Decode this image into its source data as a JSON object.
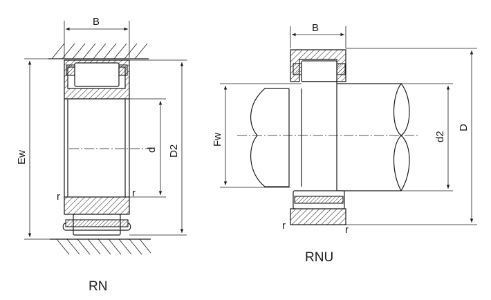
{
  "rn": {
    "caption": "RN",
    "labels": {
      "B": "B",
      "Ew": "Ew",
      "d": "d",
      "D2": "D2",
      "r_left": "r",
      "r_right": "r"
    }
  },
  "rnu": {
    "caption": "RNU",
    "labels": {
      "B": "B",
      "Fw": "Fw",
      "d2": "d2",
      "D": "D",
      "r_left": "r",
      "r_right": "r"
    }
  }
}
